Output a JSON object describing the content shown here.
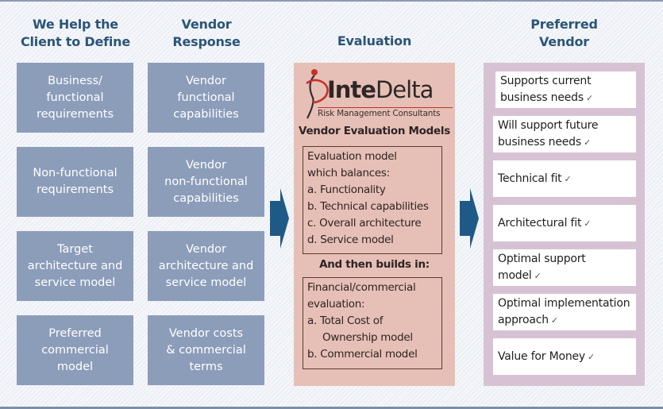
{
  "columns": {
    "client": {
      "heading": "We Help the\nClient to Define",
      "boxes": [
        "Business/\nfunctional\nrequirements",
        "Non-functional\nrequirements",
        "Target\narchitecture and\nservice model",
        "Preferred\ncommercial\nmodel"
      ]
    },
    "vendor": {
      "heading": "Vendor\nResponse",
      "boxes": [
        "Vendor\nfunctional\ncapabilities",
        "Vendor\nnon-functional\ncapabilities",
        "Vendor\narchitecture and\nservice model",
        "Vendor costs\n& commercial\nterms"
      ]
    },
    "evaluation": {
      "heading": "Evaluation",
      "logo": {
        "brand_bold": "Inte",
        "brand_light": "Delta",
        "tagline": "Risk Management Consultants",
        "icon": "dancing-figure-logo-icon"
      },
      "title": "Vendor Evaluation Models",
      "model_box": {
        "lines": [
          "Evaluation model",
          "which balances:",
          "a. Functionality",
          "b. Technical capabilities",
          "c. Overall architecture",
          "d.  Service model"
        ]
      },
      "builds_label": "And then builds in:",
      "financial_box": {
        "lines": [
          "Financial/commercial",
          "evaluation:",
          "a. Total Cost of",
          "Ownership model",
          "b. Commercial model"
        ]
      }
    },
    "preferred": {
      "heading": "Preferred\nVendor",
      "items": [
        {
          "text": "Supports current\nbusiness needs",
          "check": "✓"
        },
        {
          "text": "Will support future\nbusiness needs",
          "check": "✓"
        },
        {
          "text": "Technical fit",
          "check": "✓"
        },
        {
          "text": "Architectural fit",
          "check": "✓"
        },
        {
          "text": "Optimal support\nmodel",
          "check": "✓"
        },
        {
          "text": "Optimal implementation\napproach",
          "check": "✓"
        },
        {
          "text": "Value for Money",
          "check": "✓"
        }
      ]
    }
  },
  "colors": {
    "heading": "#2b5577",
    "blue_box": "#8c9dba",
    "arrow": "#1f5a86",
    "evaluation_panel": "#e6c0b6",
    "preferred_panel": "#d7c2d4"
  }
}
